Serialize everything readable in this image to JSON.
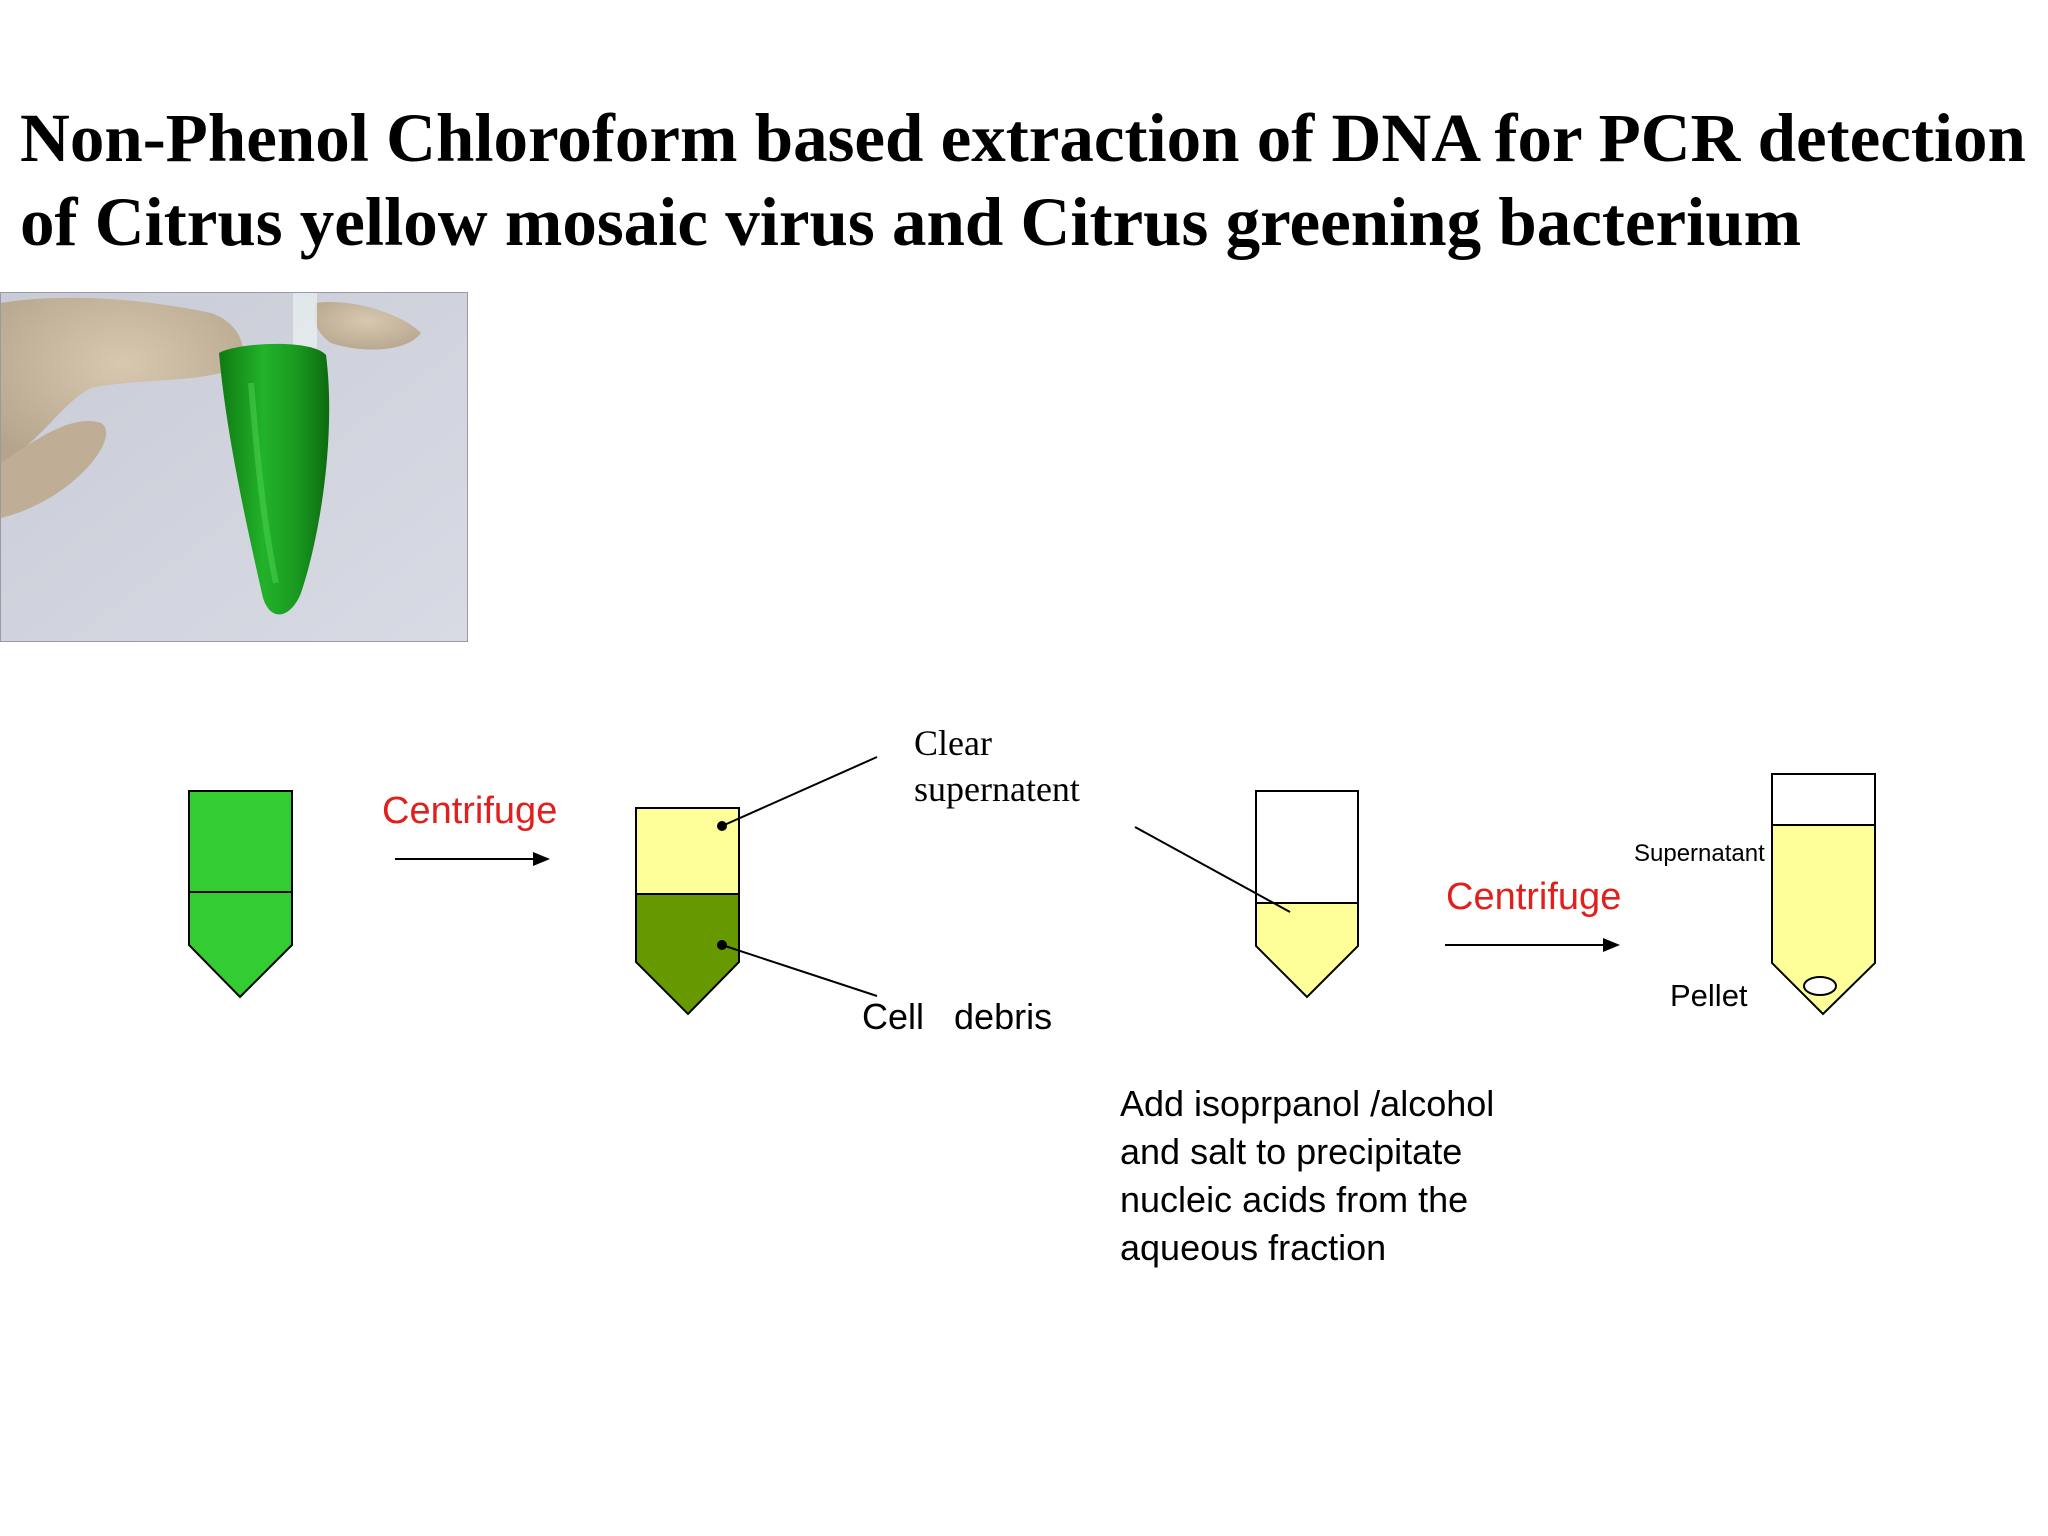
{
  "title": {
    "line1": "Non-Phenol Chloroform based extraction of DNA for PCR detection",
    "line2": "of Citrus yellow mosaic virus and Citrus greening bacterium"
  },
  "labels": {
    "centrifuge1": "Centrifuge",
    "centrifuge2": "Centrifuge",
    "clear_supernatent_1": "Clear",
    "clear_supernatent_2": "supernatent",
    "cell_debris": "Cell   debris",
    "supernatant": "Supernatant",
    "pellet": "Pellet",
    "step_note": [
      "Add isoprpanol /alcohol",
      "and salt to precipitate",
      "nucleic acids from the",
      "aqueous fraction"
    ]
  },
  "colors": {
    "green": "#33cc33",
    "dark_green": "#669900",
    "pale_yellow": "#ffff99",
    "red_text": "#e0201c"
  }
}
